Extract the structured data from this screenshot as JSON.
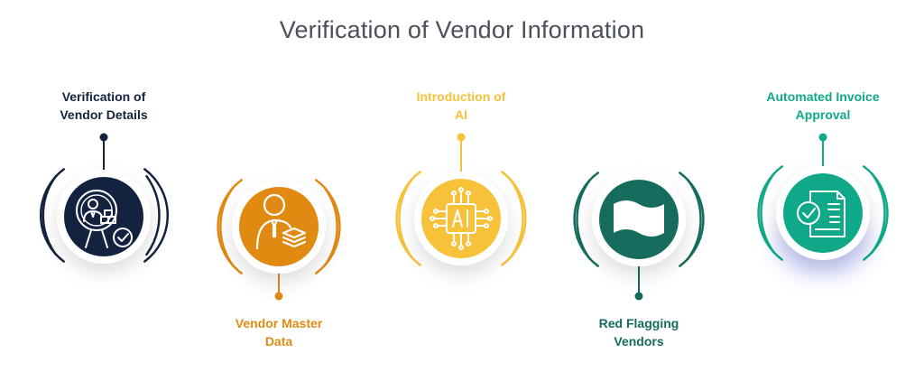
{
  "title": "Verification of Vendor Information",
  "steps": [
    {
      "line1": "Verification of",
      "line2": "Vendor Details",
      "color": "#13233f",
      "icon": "vendor-search-icon"
    },
    {
      "line1": "Vendor Master",
      "line2": "Data",
      "color": "#e08a12",
      "icon": "user-data-icon"
    },
    {
      "line1": "Introduction of",
      "line2": "AI",
      "color": "#f7c23a",
      "icon": "ai-chip-icon"
    },
    {
      "line1": "Red Flagging",
      "line2": "Vendors",
      "color": "#156b5c",
      "icon": "flag-icon"
    },
    {
      "line1": "Automated Invoice",
      "line2": "Approval",
      "color": "#0fa889",
      "icon": "invoice-check-icon"
    }
  ]
}
